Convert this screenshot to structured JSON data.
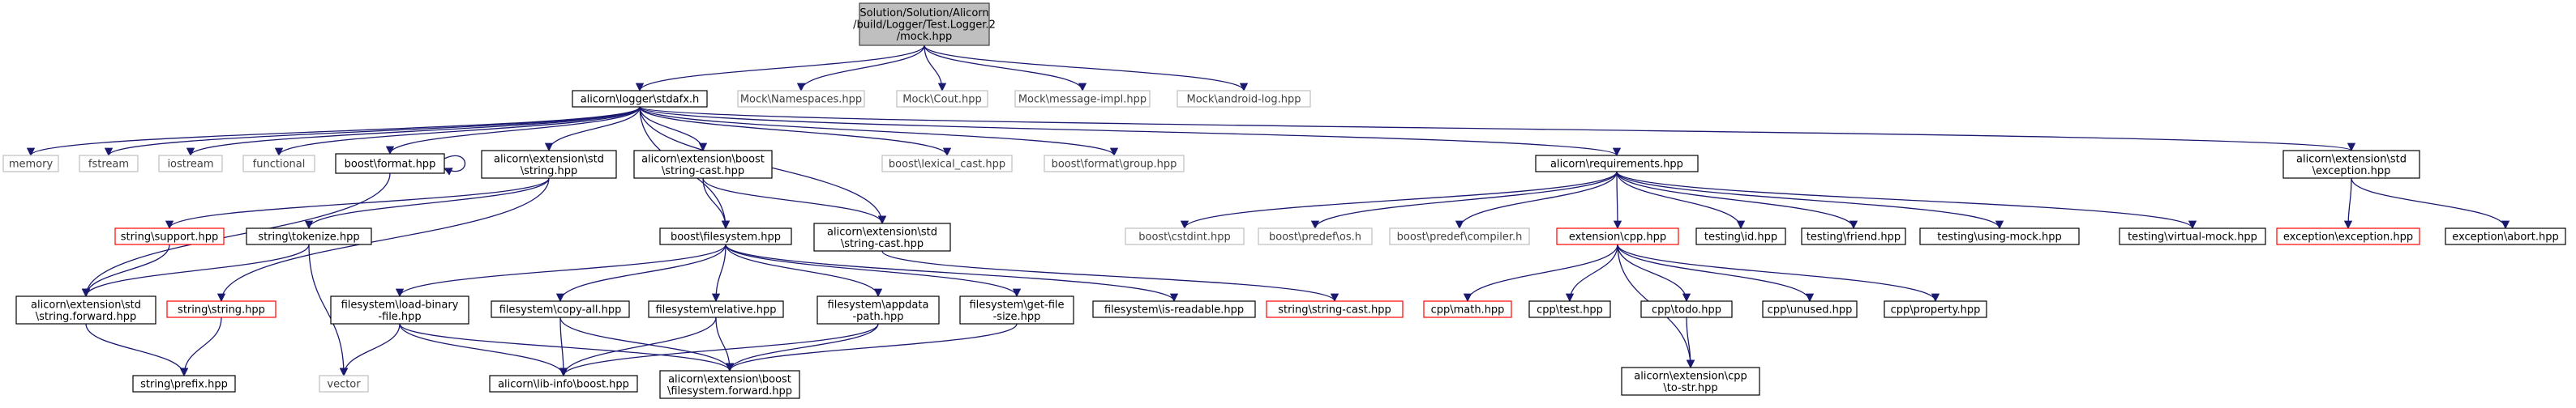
{
  "colors": {
    "edge": "#191970",
    "root_fill": "#bfbfbf",
    "root_border": "#404040",
    "node_border": "#000000",
    "missing_border": "#bfbfbf",
    "missing_text": "#404040",
    "red_border": "#ff0000",
    "text": "#000000"
  },
  "nodes": {
    "root": {
      "lines": [
        "Solution/Solution/Alicorn",
        "/build/Logger/Test.Logger.2",
        "/mock.hpp"
      ],
      "style": "root"
    },
    "stdafx": {
      "lines": [
        "alicorn\\logger\\stdafx.h"
      ],
      "style": "normal"
    },
    "mock_ns": {
      "lines": [
        "Mock\\Namespaces.hpp"
      ],
      "style": "missing"
    },
    "mock_cout": {
      "lines": [
        "Mock\\Cout.hpp"
      ],
      "style": "missing"
    },
    "mock_msg": {
      "lines": [
        "Mock\\message-impl.hpp"
      ],
      "style": "missing"
    },
    "mock_android": {
      "lines": [
        "Mock\\android-log.hpp"
      ],
      "style": "missing"
    },
    "memory": {
      "lines": [
        "memory"
      ],
      "style": "missing"
    },
    "fstream": {
      "lines": [
        "fstream"
      ],
      "style": "missing"
    },
    "iostream": {
      "lines": [
        "iostream"
      ],
      "style": "missing"
    },
    "functional": {
      "lines": [
        "functional"
      ],
      "style": "missing"
    },
    "boost_format": {
      "lines": [
        "boost\\format.hpp"
      ],
      "style": "normal"
    },
    "ext_std_string": {
      "lines": [
        "alicorn\\extension\\std",
        "\\string.hpp"
      ],
      "style": "normal"
    },
    "ext_boost_strcast": {
      "lines": [
        "alicorn\\extension\\boost",
        "\\string-cast.hpp"
      ],
      "style": "normal"
    },
    "boost_lexical": {
      "lines": [
        "boost\\lexical_cast.hpp"
      ],
      "style": "missing"
    },
    "boost_format_group": {
      "lines": [
        "boost\\format\\group.hpp"
      ],
      "style": "missing"
    },
    "requirements": {
      "lines": [
        "alicorn\\requirements.hpp"
      ],
      "style": "normal"
    },
    "ext_std_exception": {
      "lines": [
        "alicorn\\extension\\std",
        "\\exception.hpp"
      ],
      "style": "normal"
    },
    "string_support": {
      "lines": [
        "string\\support.hpp"
      ],
      "style": "red"
    },
    "string_tokenize": {
      "lines": [
        "string\\tokenize.hpp"
      ],
      "style": "normal"
    },
    "boost_filesystem": {
      "lines": [
        "boost\\filesystem.hpp"
      ],
      "style": "normal"
    },
    "ext_std_strcast": {
      "lines": [
        "alicorn\\extension\\std",
        "\\string-cast.hpp"
      ],
      "style": "normal"
    },
    "boost_cstdint": {
      "lines": [
        "boost\\cstdint.hpp"
      ],
      "style": "missing"
    },
    "boost_predef_os": {
      "lines": [
        "boost\\predef\\os.h"
      ],
      "style": "missing"
    },
    "boost_predef_compiler": {
      "lines": [
        "boost\\predef\\compiler.h"
      ],
      "style": "missing"
    },
    "extension_cpp": {
      "lines": [
        "extension\\cpp.hpp"
      ],
      "style": "red"
    },
    "testing_id": {
      "lines": [
        "testing\\id.hpp"
      ],
      "style": "normal"
    },
    "testing_friend": {
      "lines": [
        "testing\\friend.hpp"
      ],
      "style": "normal"
    },
    "testing_using_mock": {
      "lines": [
        "testing\\using-mock.hpp"
      ],
      "style": "normal"
    },
    "testing_virtual_mock": {
      "lines": [
        "testing\\virtual-mock.hpp"
      ],
      "style": "normal"
    },
    "exception_exception": {
      "lines": [
        "exception\\exception.hpp"
      ],
      "style": "red"
    },
    "exception_abort": {
      "lines": [
        "exception\\abort.hpp"
      ],
      "style": "normal"
    },
    "ext_std_string_fwd": {
      "lines": [
        "alicorn\\extension\\std",
        "\\string.forward.hpp"
      ],
      "style": "normal"
    },
    "string_string": {
      "lines": [
        "string\\string.hpp"
      ],
      "style": "red"
    },
    "fs_load_binary": {
      "lines": [
        "filesystem\\load-binary",
        "-file.hpp"
      ],
      "style": "normal"
    },
    "fs_copy_all": {
      "lines": [
        "filesystem\\copy-all.hpp"
      ],
      "style": "normal"
    },
    "fs_relative": {
      "lines": [
        "filesystem\\relative.hpp"
      ],
      "style": "normal"
    },
    "fs_appdata": {
      "lines": [
        "filesystem\\appdata",
        "-path.hpp"
      ],
      "style": "normal"
    },
    "fs_get_file_size": {
      "lines": [
        "filesystem\\get-file",
        "-size.hpp"
      ],
      "style": "normal"
    },
    "fs_is_readable": {
      "lines": [
        "filesystem\\is-readable.hpp"
      ],
      "style": "normal"
    },
    "string_string_cast": {
      "lines": [
        "string\\string-cast.hpp"
      ],
      "style": "red"
    },
    "cpp_math": {
      "lines": [
        "cpp\\math.hpp"
      ],
      "style": "red"
    },
    "cpp_test": {
      "lines": [
        "cpp\\test.hpp"
      ],
      "style": "normal"
    },
    "cpp_todo": {
      "lines": [
        "cpp\\todo.hpp"
      ],
      "style": "normal"
    },
    "cpp_unused": {
      "lines": [
        "cpp\\unused.hpp"
      ],
      "style": "normal"
    },
    "cpp_property": {
      "lines": [
        "cpp\\property.hpp"
      ],
      "style": "normal"
    },
    "string_prefix": {
      "lines": [
        "string\\prefix.hpp"
      ],
      "style": "normal"
    },
    "vector": {
      "lines": [
        "vector"
      ],
      "style": "missing"
    },
    "lib_info_boost": {
      "lines": [
        "alicorn\\lib-info\\boost.hpp"
      ],
      "style": "normal"
    },
    "ext_boost_fs_fwd": {
      "lines": [
        "alicorn\\extension\\boost",
        "\\filesystem.forward.hpp"
      ],
      "style": "normal"
    },
    "ext_cpp_to_str": {
      "lines": [
        "alicorn\\extension\\cpp",
        "\\to-str.hpp"
      ],
      "style": "normal"
    }
  },
  "edges": [
    [
      "root",
      "stdafx"
    ],
    [
      "root",
      "mock_ns"
    ],
    [
      "root",
      "mock_cout"
    ],
    [
      "root",
      "mock_msg"
    ],
    [
      "root",
      "mock_android"
    ],
    [
      "stdafx",
      "memory"
    ],
    [
      "stdafx",
      "fstream"
    ],
    [
      "stdafx",
      "iostream"
    ],
    [
      "stdafx",
      "functional"
    ],
    [
      "stdafx",
      "boost_format"
    ],
    [
      "stdafx",
      "ext_std_string"
    ],
    [
      "stdafx",
      "ext_boost_strcast"
    ],
    [
      "stdafx",
      "boost_lexical"
    ],
    [
      "stdafx",
      "boost_format_group"
    ],
    [
      "stdafx",
      "requirements"
    ],
    [
      "stdafx",
      "ext_std_exception"
    ],
    [
      "stdafx",
      "boost_filesystem"
    ],
    [
      "stdafx",
      "ext_std_strcast"
    ],
    [
      "boost_format",
      "boost_format"
    ],
    [
      "boost_format",
      "ext_std_string_fwd"
    ],
    [
      "ext_std_string",
      "string_support"
    ],
    [
      "ext_std_string",
      "string_tokenize"
    ],
    [
      "ext_std_string",
      "string_string"
    ],
    [
      "ext_boost_strcast",
      "boost_filesystem"
    ],
    [
      "ext_boost_strcast",
      "ext_std_strcast"
    ],
    [
      "requirements",
      "boost_cstdint"
    ],
    [
      "requirements",
      "boost_predef_os"
    ],
    [
      "requirements",
      "boost_predef_compiler"
    ],
    [
      "requirements",
      "extension_cpp"
    ],
    [
      "requirements",
      "testing_id"
    ],
    [
      "requirements",
      "testing_friend"
    ],
    [
      "requirements",
      "testing_using_mock"
    ],
    [
      "requirements",
      "testing_virtual_mock"
    ],
    [
      "ext_std_exception",
      "exception_exception"
    ],
    [
      "ext_std_exception",
      "exception_abort"
    ],
    [
      "string_support",
      "ext_std_string_fwd"
    ],
    [
      "string_tokenize",
      "ext_std_string_fwd"
    ],
    [
      "string_tokenize",
      "vector"
    ],
    [
      "boost_filesystem",
      "fs_load_binary"
    ],
    [
      "boost_filesystem",
      "fs_copy_all"
    ],
    [
      "boost_filesystem",
      "fs_relative"
    ],
    [
      "boost_filesystem",
      "fs_appdata"
    ],
    [
      "boost_filesystem",
      "fs_get_file_size"
    ],
    [
      "boost_filesystem",
      "fs_is_readable"
    ],
    [
      "ext_std_strcast",
      "string_string_cast"
    ],
    [
      "extension_cpp",
      "cpp_math"
    ],
    [
      "extension_cpp",
      "cpp_test"
    ],
    [
      "extension_cpp",
      "cpp_todo"
    ],
    [
      "extension_cpp",
      "cpp_unused"
    ],
    [
      "extension_cpp",
      "cpp_property"
    ],
    [
      "extension_cpp",
      "ext_cpp_to_str"
    ],
    [
      "ext_std_string_fwd",
      "string_prefix"
    ],
    [
      "string_string",
      "string_prefix"
    ],
    [
      "fs_load_binary",
      "vector"
    ],
    [
      "fs_load_binary",
      "lib_info_boost"
    ],
    [
      "fs_load_binary",
      "ext_boost_fs_fwd"
    ],
    [
      "fs_copy_all",
      "lib_info_boost"
    ],
    [
      "fs_copy_all",
      "ext_boost_fs_fwd"
    ],
    [
      "fs_relative",
      "lib_info_boost"
    ],
    [
      "fs_relative",
      "ext_boost_fs_fwd"
    ],
    [
      "fs_appdata",
      "lib_info_boost"
    ],
    [
      "fs_appdata",
      "ext_boost_fs_fwd"
    ],
    [
      "fs_get_file_size",
      "ext_boost_fs_fwd"
    ],
    [
      "cpp_todo",
      "ext_cpp_to_str"
    ]
  ]
}
